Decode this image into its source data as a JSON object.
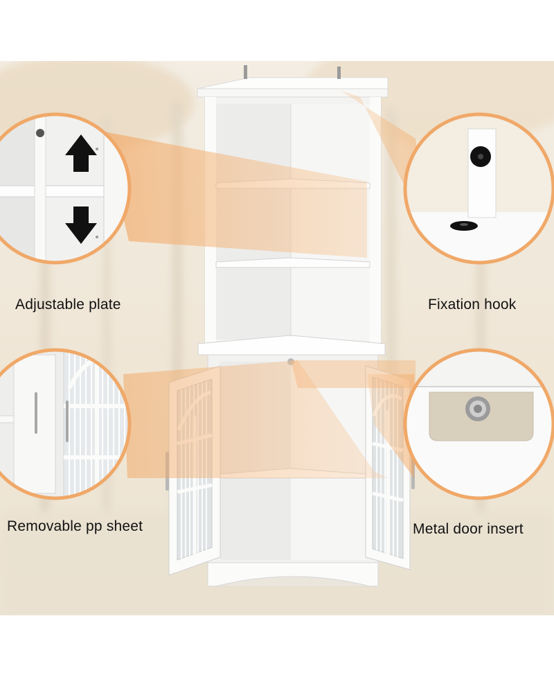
{
  "labels": {
    "adjustable_plate": "Adjustable plate",
    "fixation_hook": "Fixation hook",
    "removable_pp_sheet": "Removable pp sheet",
    "metal_door_insert": "Metal door insert"
  },
  "icons": {
    "up": "arrow-up-icon",
    "down": "arrow-down-icon"
  },
  "colors": {
    "accent_orange": "#f2b27a",
    "callout_ring": "#f0a868",
    "cabinet_white": "#fbfbfa",
    "background_beige": "#efe6d6"
  }
}
